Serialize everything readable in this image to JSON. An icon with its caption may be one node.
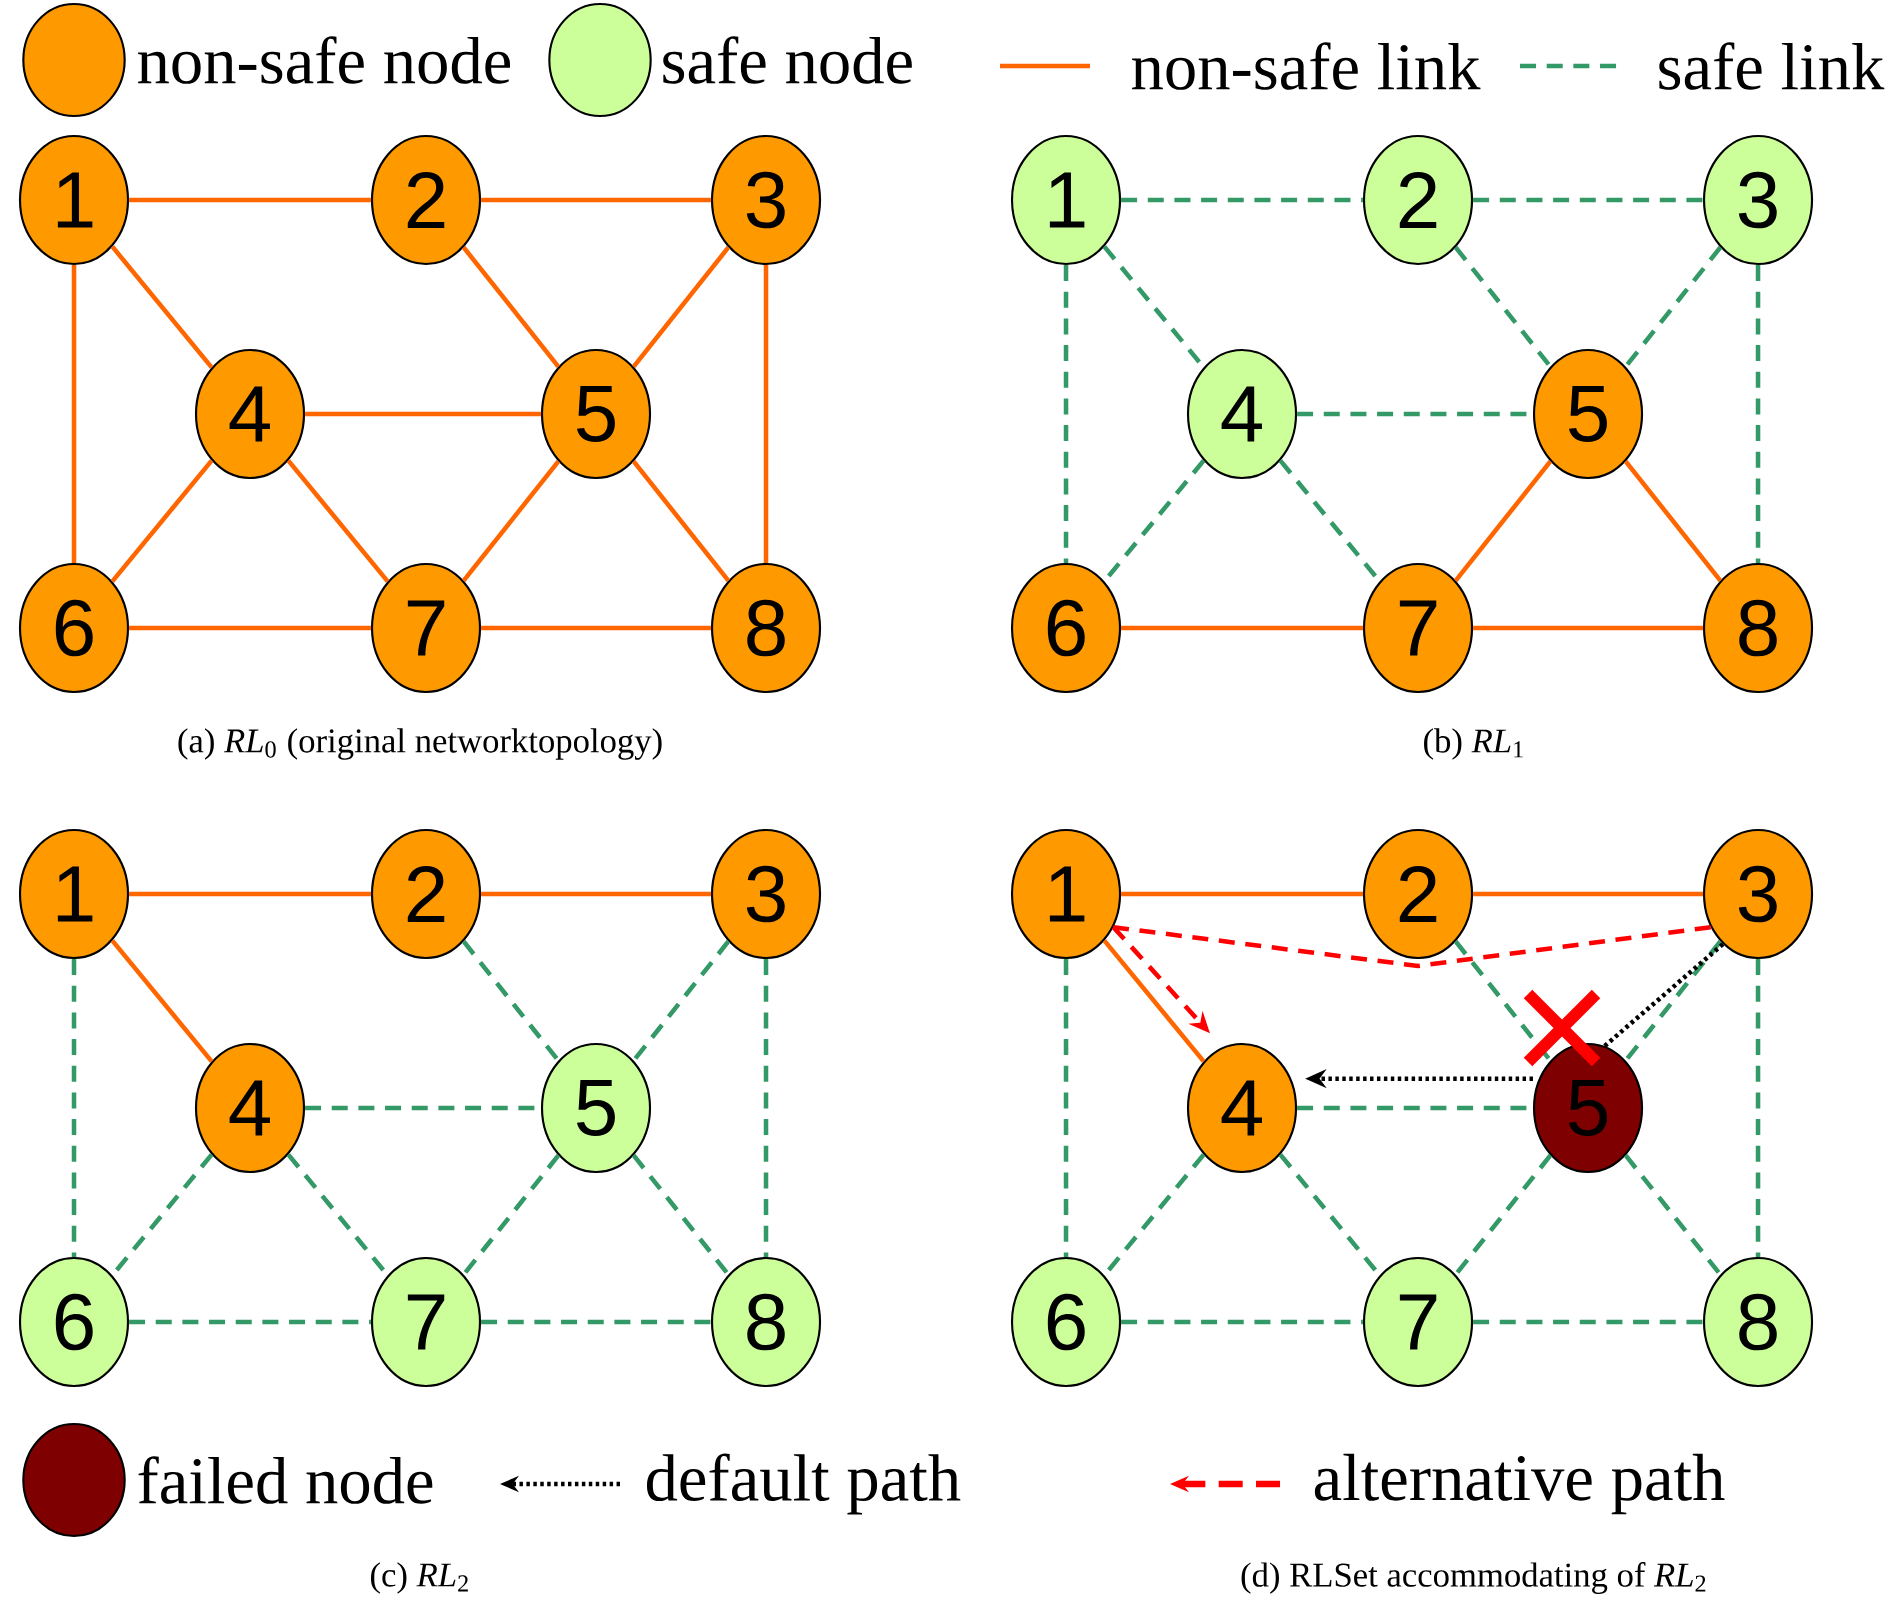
{
  "diagram": {
    "nodes": [
      {
        "text": [
          "1"
        ]
      },
      {
        "text": [
          "2"
        ]
      },
      {
        "text": [
          "3"
        ]
      },
      {
        "text": [
          "4"
        ]
      },
      {
        "text": [
          "5"
        ]
      },
      {
        "text": [
          "6"
        ]
      },
      {
        "text": [
          "7"
        ]
      },
      {
        "text": [
          "8"
        ]
      },
      {
        "text": [
          "1"
        ]
      },
      {
        "text": [
          "2"
        ]
      },
      {
        "text": [
          "3"
        ]
      },
      {
        "text": [
          "4"
        ]
      },
      {
        "text": [
          "5"
        ]
      },
      {
        "text": [
          "6"
        ]
      },
      {
        "text": [
          "7"
        ]
      },
      {
        "text": [
          "8"
        ]
      },
      {
        "text": [
          "1"
        ]
      },
      {
        "text": [
          "2"
        ]
      },
      {
        "text": [
          "3"
        ]
      },
      {
        "text": [
          "4"
        ]
      },
      {
        "text": [
          "5"
        ]
      },
      {
        "text": [
          "6"
        ]
      },
      {
        "text": [
          "7"
        ]
      },
      {
        "text": [
          "8"
        ]
      },
      {
        "text": [
          "1"
        ]
      },
      {
        "text": [
          "2"
        ]
      },
      {
        "text": [
          "3"
        ]
      },
      {
        "text": [
          "4"
        ]
      },
      {
        "text": [
          "5"
        ]
      },
      {
        "text": [
          "6"
        ]
      },
      {
        "text": [
          "7"
        ]
      },
      {
        "text": [
          "8"
        ]
      }
    ],
    "edges": [
      {
        "from": 0,
        "to": 1,
        "arrow": "none",
        "color": "#ff6600"
      },
      {
        "from": 1,
        "to": 2,
        "arrow": "none",
        "color": "#ff6600"
      },
      {
        "from": 0,
        "to": 3,
        "arrow": "none",
        "color": "#ff6600"
      },
      {
        "from": 0,
        "to": 5,
        "arrow": "none",
        "color": "#ff6600"
      },
      {
        "from": 1,
        "to": 4,
        "arrow": "none",
        "color": "#ff6600"
      },
      {
        "from": 2,
        "to": 4,
        "arrow": "none",
        "color": "#ff6600"
      },
      {
        "from": 2,
        "to": 7,
        "arrow": "none",
        "color": "#ff6600"
      },
      {
        "from": 3,
        "to": 4,
        "arrow": "none",
        "color": "#ff6600"
      },
      {
        "from": 3,
        "to": 5,
        "arrow": "none",
        "color": "#ff6600"
      },
      {
        "from": 3,
        "to": 6,
        "arrow": "none",
        "color": "#ff6600"
      },
      {
        "from": 4,
        "to": 6,
        "arrow": "none",
        "color": "#ff6600"
      },
      {
        "from": 4,
        "to": 7,
        "arrow": "none",
        "color": "#ff6600"
      },
      {
        "from": 5,
        "to": 6,
        "arrow": "none",
        "color": "#ff6600"
      },
      {
        "from": 6,
        "to": 7,
        "arrow": "none",
        "color": "#ff6600"
      },
      {
        "from": 8,
        "to": 9,
        "arrow": "none",
        "style": "dashed",
        "color": "#339966"
      },
      {
        "from": 9,
        "to": 10,
        "arrow": "none",
        "style": "dashed",
        "color": "#339966"
      },
      {
        "from": 8,
        "to": 11,
        "arrow": "none",
        "style": "dashed",
        "color": "#339966"
      },
      {
        "from": 8,
        "to": 13,
        "arrow": "none",
        "style": "dashed",
        "color": "#339966"
      },
      {
        "from": 9,
        "to": 12,
        "arrow": "none",
        "style": "dashed",
        "color": "#339966"
      },
      {
        "from": 10,
        "to": 12,
        "arrow": "none",
        "style": "dashed",
        "color": "#339966"
      },
      {
        "from": 10,
        "to": 15,
        "arrow": "none",
        "style": "dashed",
        "color": "#339966"
      },
      {
        "from": 11,
        "to": 12,
        "arrow": "none",
        "style": "dashed",
        "color": "#339966"
      },
      {
        "from": 11,
        "to": 13,
        "arrow": "none",
        "style": "dashed",
        "color": "#339966"
      },
      {
        "from": 11,
        "to": 14,
        "arrow": "none",
        "style": "dashed",
        "color": "#339966"
      },
      {
        "from": 12,
        "to": 14,
        "arrow": "none",
        "color": "#ff6600"
      },
      {
        "from": 12,
        "to": 15,
        "arrow": "none",
        "color": "#ff6600"
      },
      {
        "from": 13,
        "to": 14,
        "arrow": "none",
        "color": "#ff6600"
      },
      {
        "from": 14,
        "to": 15,
        "arrow": "none",
        "color": "#ff6600"
      },
      {
        "from": 16,
        "to": 17,
        "arrow": "none",
        "color": "#ff6600"
      },
      {
        "from": 17,
        "to": 18,
        "arrow": "none",
        "color": "#ff6600"
      },
      {
        "from": 16,
        "to": 19,
        "arrow": "none",
        "color": "#ff6600"
      },
      {
        "from": 16,
        "to": 21,
        "arrow": "none",
        "style": "dashed",
        "color": "#339966"
      },
      {
        "from": 17,
        "to": 20,
        "arrow": "none",
        "style": "dashed",
        "color": "#339966"
      },
      {
        "from": 18,
        "to": 20,
        "arrow": "none",
        "style": "dashed",
        "color": "#339966"
      },
      {
        "from": 18,
        "to": 23,
        "arrow": "none",
        "style": "dashed",
        "color": "#339966"
      },
      {
        "from": 19,
        "to": 20,
        "arrow": "none",
        "style": "dashed",
        "color": "#339966"
      },
      {
        "from": 19,
        "to": 21,
        "arrow": "none",
        "style": "dashed",
        "color": "#339966"
      },
      {
        "from": 19,
        "to": 22,
        "arrow": "none",
        "style": "dashed",
        "color": "#339966"
      },
      {
        "from": 20,
        "to": 22,
        "arrow": "none",
        "style": "dashed",
        "color": "#339966"
      },
      {
        "from": 20,
        "to": 23,
        "arrow": "none",
        "style": "dashed",
        "color": "#339966"
      },
      {
        "from": 21,
        "to": 22,
        "arrow": "none",
        "style": "dashed",
        "color": "#339966"
      },
      {
        "from": 22,
        "to": 23,
        "arrow": "none",
        "style": "dashed",
        "color": "#339966"
      },
      {
        "from": 24,
        "to": 25,
        "arrow": "none",
        "color": "#ff6600"
      },
      {
        "from": 25,
        "to": 26,
        "arrow": "none",
        "color": "#ff6600"
      },
      {
        "from": 24,
        "to": 27,
        "arrow": "none",
        "color": "#ff6600"
      },
      {
        "from": 24,
        "to": 29,
        "arrow": "none",
        "style": "dashed",
        "color": "#339966"
      },
      {
        "from": 25,
        "to": 28,
        "arrow": "none",
        "style": "dashed",
        "color": "#339966"
      },
      {
        "from": 26,
        "to": 28,
        "arrow": "none",
        "style": "dashed",
        "color": "#339966"
      },
      {
        "from": 26,
        "to": 31,
        "arrow": "none",
        "style": "dashed",
        "color": "#339966"
      },
      {
        "from": 27,
        "to": 28,
        "arrow": "none",
        "style": "dashed",
        "color": "#339966"
      },
      {
        "from": 27,
        "to": 29,
        "arrow": "none",
        "style": "dashed",
        "color": "#339966"
      },
      {
        "from": 27,
        "to": 30,
        "arrow": "none",
        "style": "dashed",
        "color": "#339966"
      },
      {
        "from": 28,
        "to": 30,
        "arrow": "none",
        "style": "dashed",
        "color": "#339966"
      },
      {
        "from": 28,
        "to": 31,
        "arrow": "none",
        "style": "dashed",
        "color": "#339966"
      },
      {
        "from": 29,
        "to": 30,
        "arrow": "none",
        "style": "dashed",
        "color": "#339966"
      },
      {
        "from": 30,
        "to": 31,
        "arrow": "none",
        "style": "dashed",
        "color": "#339966"
      },
      {
        "from": 26,
        "to": 24,
        "arrow": "none",
        "style": "dashed",
        "color": "#ff0000"
      },
      {
        "from": 24,
        "to": 27,
        "arrow": "to",
        "style": "dashed",
        "color": "#ff0000"
      },
      {
        "from": 26,
        "to": 28,
        "arrow": "none",
        "style": "dashed",
        "color": "#000000"
      },
      {
        "from": 28,
        "to": 27,
        "arrow": "to",
        "style": "dashed",
        "color": "#000000"
      }
    ],
    "labels": [
      "(a) *RL*$_{0}$ (original networktopology)",
      "(b) *RL*$_{1}$",
      "(c) *RL*$_{2}$",
      "(d) RLSet accommodating of *RL*$_{2}$"
    ],
    "legend": [
      {
        "text": "non-safe node",
        "color": "#ff9900"
      },
      {
        "text": "safe node",
        "color": "#ccff99"
      },
      {
        "text": "non-safe link"
      },
      {
        "text": "safe link"
      },
      {
        "text": "failed node",
        "color": "#7f0000"
      },
      {
        "text": "default path"
      },
      {
        "text": "alternative path"
      }
    ]
  }
}
